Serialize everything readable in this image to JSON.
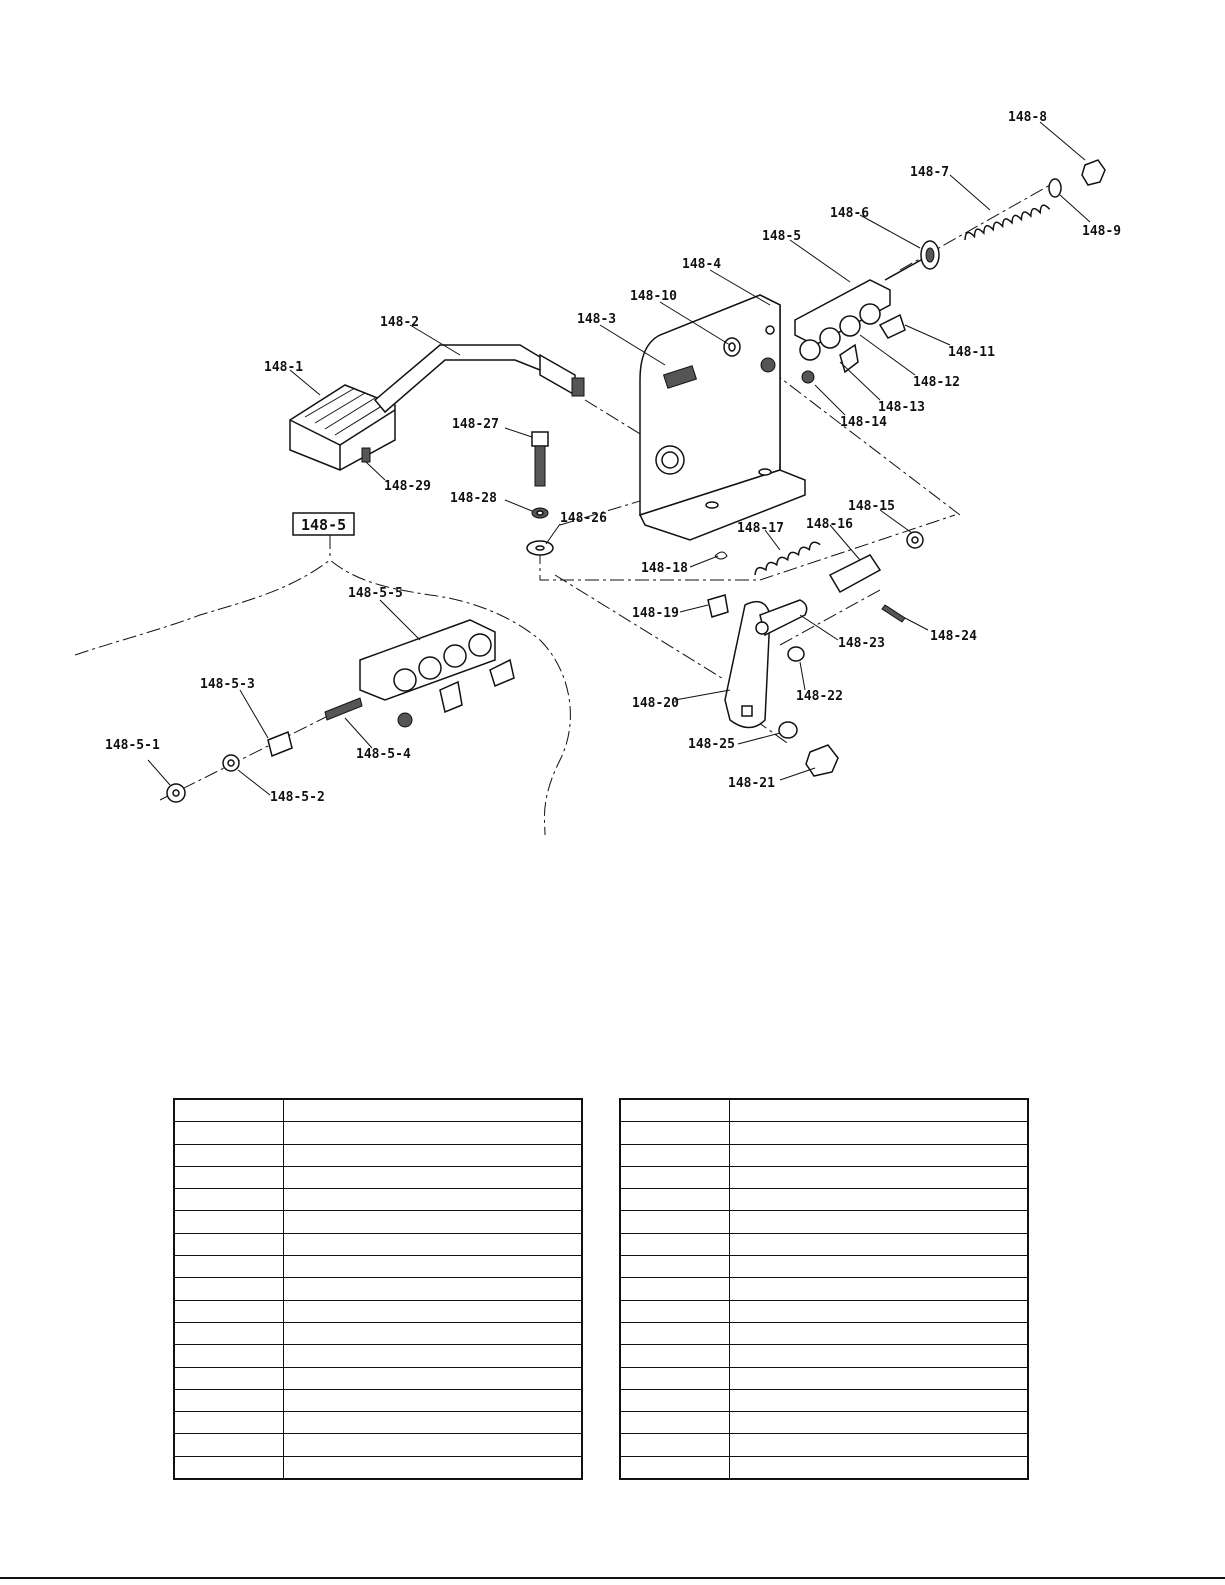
{
  "subassembly_label": "148-5",
  "callouts": [
    {
      "id": "c1",
      "text": "148-1"
    },
    {
      "id": "c2",
      "text": "148-2"
    },
    {
      "id": "c3",
      "text": "148-3"
    },
    {
      "id": "c4",
      "text": "148-4"
    },
    {
      "id": "c5",
      "text": "148-5"
    },
    {
      "id": "c6",
      "text": "148-6"
    },
    {
      "id": "c7",
      "text": "148-7"
    },
    {
      "id": "c8",
      "text": "148-8"
    },
    {
      "id": "c9",
      "text": "148-9"
    },
    {
      "id": "c10",
      "text": "148-10"
    },
    {
      "id": "c11",
      "text": "148-11"
    },
    {
      "id": "c12",
      "text": "148-12"
    },
    {
      "id": "c13",
      "text": "148-13"
    },
    {
      "id": "c14",
      "text": "148-14"
    },
    {
      "id": "c15",
      "text": "148-15"
    },
    {
      "id": "c16",
      "text": "148-16"
    },
    {
      "id": "c17",
      "text": "148-17"
    },
    {
      "id": "c18",
      "text": "148-18"
    },
    {
      "id": "c19",
      "text": "148-19"
    },
    {
      "id": "c20",
      "text": "148-20"
    },
    {
      "id": "c21",
      "text": "148-21"
    },
    {
      "id": "c22",
      "text": "148-22"
    },
    {
      "id": "c23",
      "text": "148-23"
    },
    {
      "id": "c24",
      "text": "148-24"
    },
    {
      "id": "c25",
      "text": "148-25"
    },
    {
      "id": "c26",
      "text": "148-26"
    },
    {
      "id": "c27",
      "text": "148-27"
    },
    {
      "id": "c28",
      "text": "148-28"
    },
    {
      "id": "c29",
      "text": "148-29"
    },
    {
      "id": "s1",
      "text": "148-5-1"
    },
    {
      "id": "s2",
      "text": "148-5-2"
    },
    {
      "id": "s3",
      "text": "148-5-3"
    },
    {
      "id": "s4",
      "text": "148-5-4"
    },
    {
      "id": "s5",
      "text": "148-5-5"
    }
  ],
  "tables": {
    "left": {
      "rows": 17,
      "columns": 2
    },
    "right": {
      "rows": 17,
      "columns": 2
    }
  }
}
